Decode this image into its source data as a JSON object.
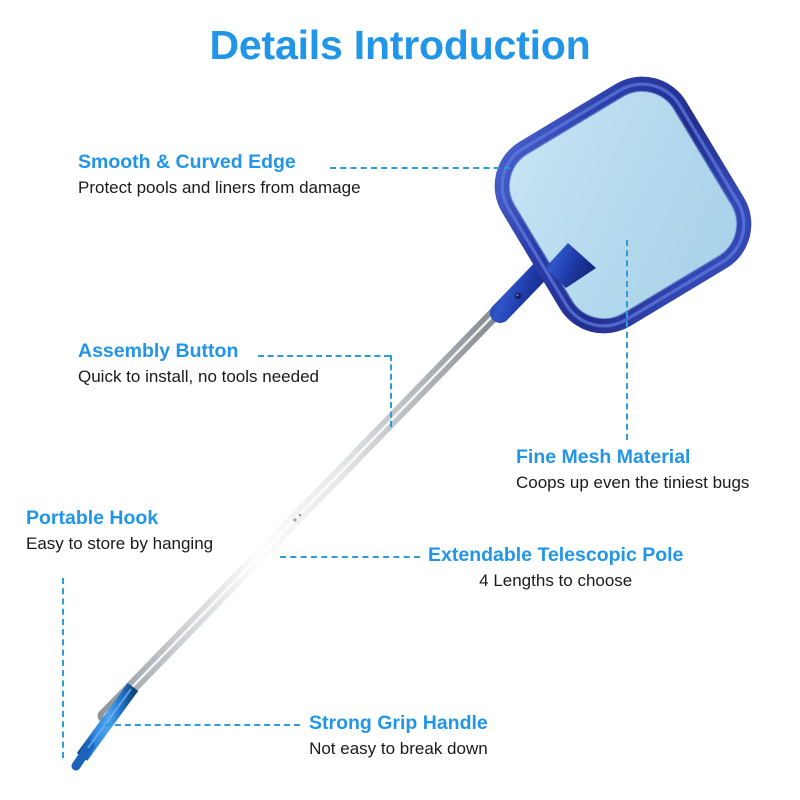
{
  "page": {
    "title": "Details Introduction",
    "background_color": "#ffffff",
    "accent_color": "#2196E8",
    "line_color": "#2E9BD6",
    "body_text_color": "#1a1a1a"
  },
  "product": {
    "name": "pool-skimmer-net",
    "frame_color_dark": "#23308F",
    "frame_color_light": "#4A63CE",
    "mesh_color": "#B8DCEE",
    "pole_color_light": "#FAFAFA",
    "pole_color_dark": "#9AA0A6",
    "grip_color": "#1E72D0",
    "collar_color": "#2647BE"
  },
  "callouts": [
    {
      "id": "smooth-curved-edge",
      "title": "Smooth & Curved Edge",
      "subtitle": "Protect pools and liners from damage"
    },
    {
      "id": "assembly-button",
      "title": "Assembly Button",
      "subtitle": "Quick to install, no tools needed"
    },
    {
      "id": "fine-mesh-material",
      "title": "Fine Mesh Material",
      "subtitle": "Coops up even the tiniest bugs"
    },
    {
      "id": "portable-hook",
      "title": "Portable Hook",
      "subtitle": "Easy to store by hanging"
    },
    {
      "id": "extendable-telescopic-pole",
      "title": "Extendable Telescopic Pole",
      "subtitle": "4 Lengths to choose"
    },
    {
      "id": "strong-grip-handle",
      "title": "Strong Grip Handle",
      "subtitle": "Not easy to break down"
    }
  ]
}
